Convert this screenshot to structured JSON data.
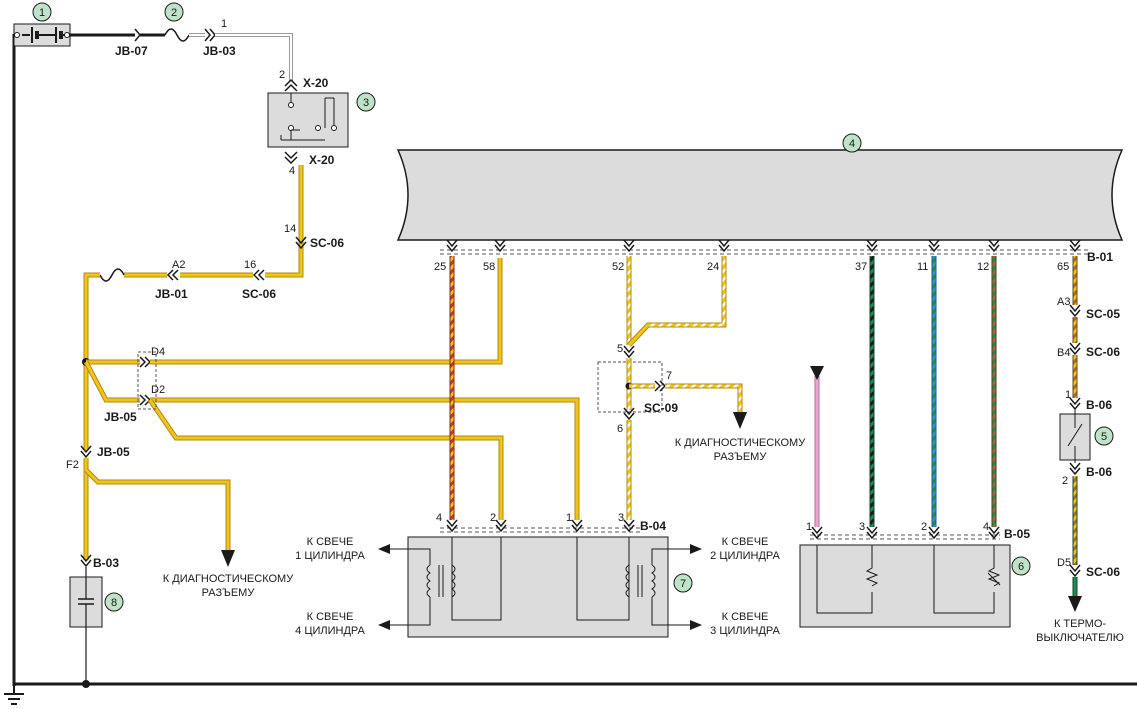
{
  "colors": {
    "yellow": "#f0c419",
    "yellow_dark": "#b08a10",
    "red": "#c0392b",
    "green": "#1e8c4e",
    "blue": "#3b8fd6",
    "pink": "#e8a6d0",
    "brown": "#a06b3b",
    "black": "#1a1a1a",
    "callout": "#bfe3c8",
    "box_fill": "#dcdcdc"
  },
  "callouts": [
    "1",
    "2",
    "3",
    "4",
    "5",
    "6",
    "7",
    "8"
  ],
  "connectors": {
    "jb07": "JB-07",
    "jb03": "JB-03",
    "x20_top": "X-20",
    "x20_bottom": "X-20",
    "sc06_a": "SC-06",
    "sc06_b": "SC-06",
    "jb01": "JB-01",
    "jb05_a": "JB-05",
    "jb05_b": "JB-05",
    "sc09": "SC-09",
    "b01": "B-01",
    "sc05": "SC-05",
    "sc06_c": "SC-06",
    "b06_a": "B-06",
    "b06_b": "B-06",
    "sc06_d": "SC-06",
    "b03": "B-03",
    "b04": "B-04",
    "b05": "B-05"
  },
  "pins": {
    "jb03_1": "1",
    "x20_2": "2",
    "x20_4": "4",
    "sc06_14": "14",
    "sc06_16": "16",
    "jb01_a2": "A2",
    "jb05_d4": "D4",
    "jb05_d2": "D2",
    "jb05_f2": "F2",
    "ecu_25": "25",
    "ecu_58": "58",
    "ecu_52": "52",
    "ecu_24": "24",
    "ecu_37": "37",
    "ecu_11": "11",
    "ecu_12": "12",
    "ecu_65": "65",
    "sc09_5": "5",
    "sc09_7": "7",
    "sc09_6": "6",
    "sc05_a3": "A3",
    "sc06_b4": "B4",
    "b06_1": "1",
    "b06_2": "2",
    "sc06_d5": "D5",
    "b04_4": "4",
    "b04_2": "2",
    "b04_1": "1",
    "b04_3": "3",
    "b05_1": "1",
    "b05_3": "3",
    "b05_2": "2",
    "b05_4": "4"
  },
  "labels": {
    "diag1_a": "К ДИАГНОСТИЧЕСКОМУ",
    "diag1_b": "РАЗЪЕМУ",
    "diag2_a": "К ДИАГНОСТИЧЕСКОМУ",
    "diag2_b": "РАЗЪЕМУ",
    "spark1_a": "К СВЕЧЕ",
    "spark1_b": "1 ЦИЛИНДРА",
    "spark4_a": "К СВЕЧЕ",
    "spark4_b": "4 ЦИЛИНДРА",
    "spark2_a": "К СВЕЧЕ",
    "spark2_b": "2 ЦИЛИНДРА",
    "spark3_a": "К СВЕЧЕ",
    "spark3_b": "3 ЦИЛИНДРА",
    "thermo_a": "К ТЕРМО-",
    "thermo_b": "ВЫКЛЮЧАТЕЛЮ"
  }
}
